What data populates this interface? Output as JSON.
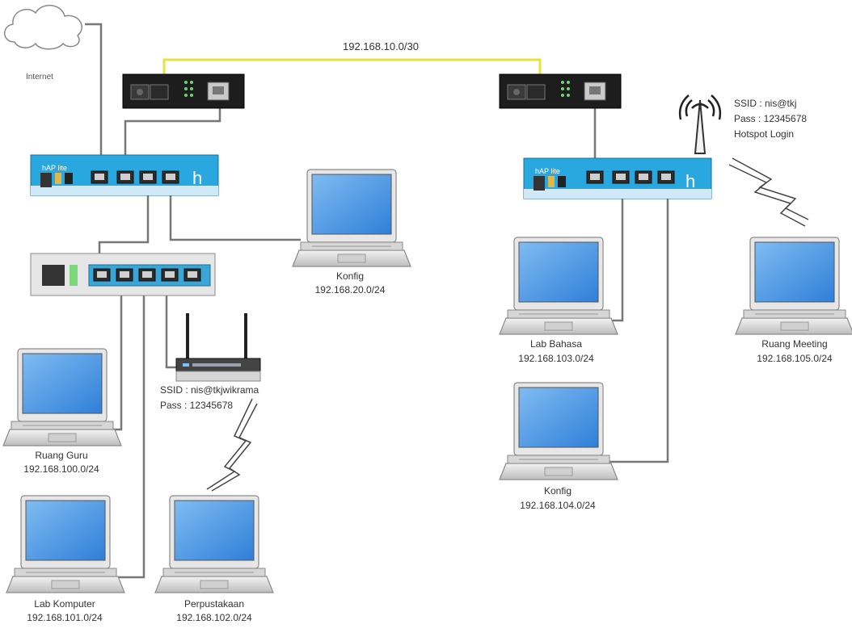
{
  "internet": {
    "label": "Internet"
  },
  "link": {
    "label": "192.168.10.0/30"
  },
  "router_left": {
    "model": "hAP lite"
  },
  "router_right": {
    "model": "hAP lite"
  },
  "access_point": {
    "ssid": "SSID : nis@tkj",
    "pass": "Pass : 12345678",
    "login": "Hotspot Login"
  },
  "wifi_router": {
    "ssid": "SSID : nis@tkjwikrama",
    "pass": "Pass : 12345678"
  },
  "laptops": [
    {
      "name": "Konfig",
      "ip": "192.168.20.0/24"
    },
    {
      "name": "Ruang Guru",
      "ip": "192.168.100.0/24"
    },
    {
      "name": "Lab Komputer",
      "ip": "192.168.101.0/24"
    },
    {
      "name": "Perpustakaan",
      "ip": "192.168.102.0/24"
    },
    {
      "name": "Lab Bahasa",
      "ip": "192.168.103.0/24"
    },
    {
      "name": "Konfig",
      "ip": "192.168.104.0/24"
    },
    {
      "name": "Ruang Meeting",
      "ip": "192.168.105.0/24"
    }
  ],
  "colors": {
    "link": "#e8e23a",
    "cable": "#777777",
    "router_body": "#29a8e0",
    "screen": "#3f8de0"
  }
}
